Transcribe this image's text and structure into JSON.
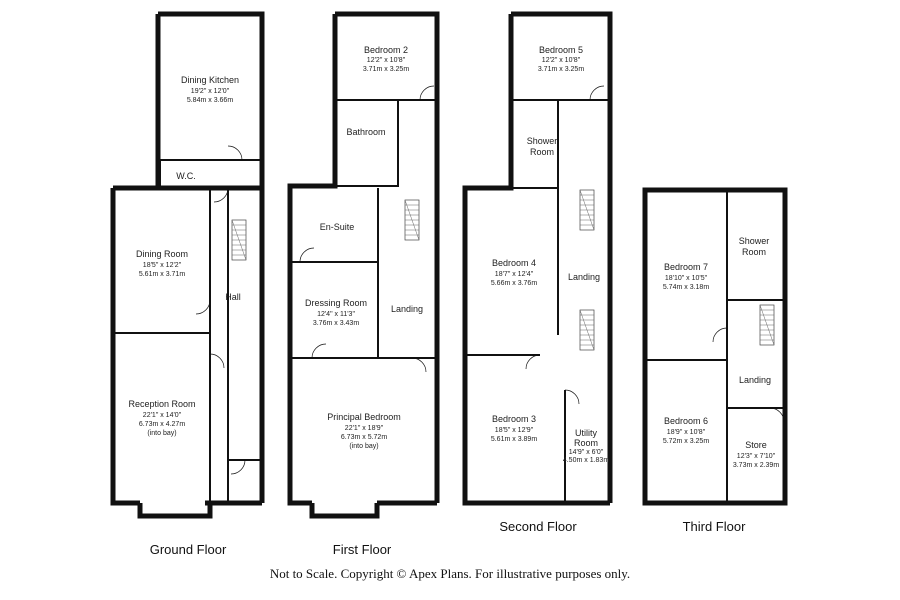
{
  "floors": [
    {
      "label": "Ground Floor"
    },
    {
      "label": "First Floor"
    },
    {
      "label": "Second Floor"
    },
    {
      "label": "Third Floor"
    }
  ],
  "rooms": {
    "dining_kitchen": {
      "name": "Dining Kitchen",
      "dim_imp": "19'2\" x 12'0\"",
      "dim_met": "5.84m x 3.66m"
    },
    "wc": {
      "name": "W.C."
    },
    "dining_room": {
      "name": "Dining Room",
      "dim_imp": "18'5\" x 12'2\"",
      "dim_met": "5.61m x 3.71m"
    },
    "hall": {
      "name": "Hall"
    },
    "reception_room": {
      "name": "Reception Room",
      "dim_imp": "22'1\" x 14'0\"",
      "dim_met": "6.73m x 4.27m",
      "note": "(into bay)"
    },
    "bedroom_2": {
      "name": "Bedroom 2",
      "dim_imp": "12'2\" x 10'8\"",
      "dim_met": "3.71m x 3.25m"
    },
    "bathroom": {
      "name": "Bathroom"
    },
    "en_suite": {
      "name": "En-Suite"
    },
    "dressing_room": {
      "name": "Dressing Room",
      "dim_imp": "12'4\" x 11'3\"",
      "dim_met": "3.76m x 3.43m"
    },
    "landing_1": {
      "name": "Landing"
    },
    "principal_bedroom": {
      "name": "Principal Bedroom",
      "dim_imp": "22'1\" x 18'9\"",
      "dim_met": "6.73m x 5.72m",
      "note": "(into bay)"
    },
    "bedroom_5": {
      "name": "Bedroom 5",
      "dim_imp": "12'2\" x 10'8\"",
      "dim_met": "3.71m x 3.25m"
    },
    "shower_room_2": {
      "name_1": "Shower",
      "name_2": "Room"
    },
    "bedroom_4": {
      "name": "Bedroom 4",
      "dim_imp": "18'7\" x 12'4\"",
      "dim_met": "5.66m x 3.76m"
    },
    "landing_2": {
      "name": "Landing"
    },
    "bedroom_3": {
      "name": "Bedroom 3",
      "dim_imp": "18'5\" x 12'9\"",
      "dim_met": "5.61m x 3.89m"
    },
    "utility_room": {
      "name_1": "Utility",
      "name_2": "Room",
      "dim_imp": "14'9\" x 6'0\"",
      "dim_met": "4.50m x 1.83m"
    },
    "bedroom_7": {
      "name": "Bedroom 7",
      "dim_imp": "18'10\" x 10'5\"",
      "dim_met": "5.74m x 3.18m"
    },
    "shower_room_3": {
      "name_1": "Shower",
      "name_2": "Room"
    },
    "landing_3": {
      "name": "Landing"
    },
    "bedroom_6": {
      "name": "Bedroom 6",
      "dim_imp": "18'9\" x 10'8\"",
      "dim_met": "5.72m x 3.25m"
    },
    "store": {
      "name": "Store",
      "dim_imp": "12'3\" x 7'10\"",
      "dim_met": "3.73m x 2.39m"
    }
  },
  "footer": "Not to Scale. Copyright © Apex Plans. For illustrative purposes only."
}
